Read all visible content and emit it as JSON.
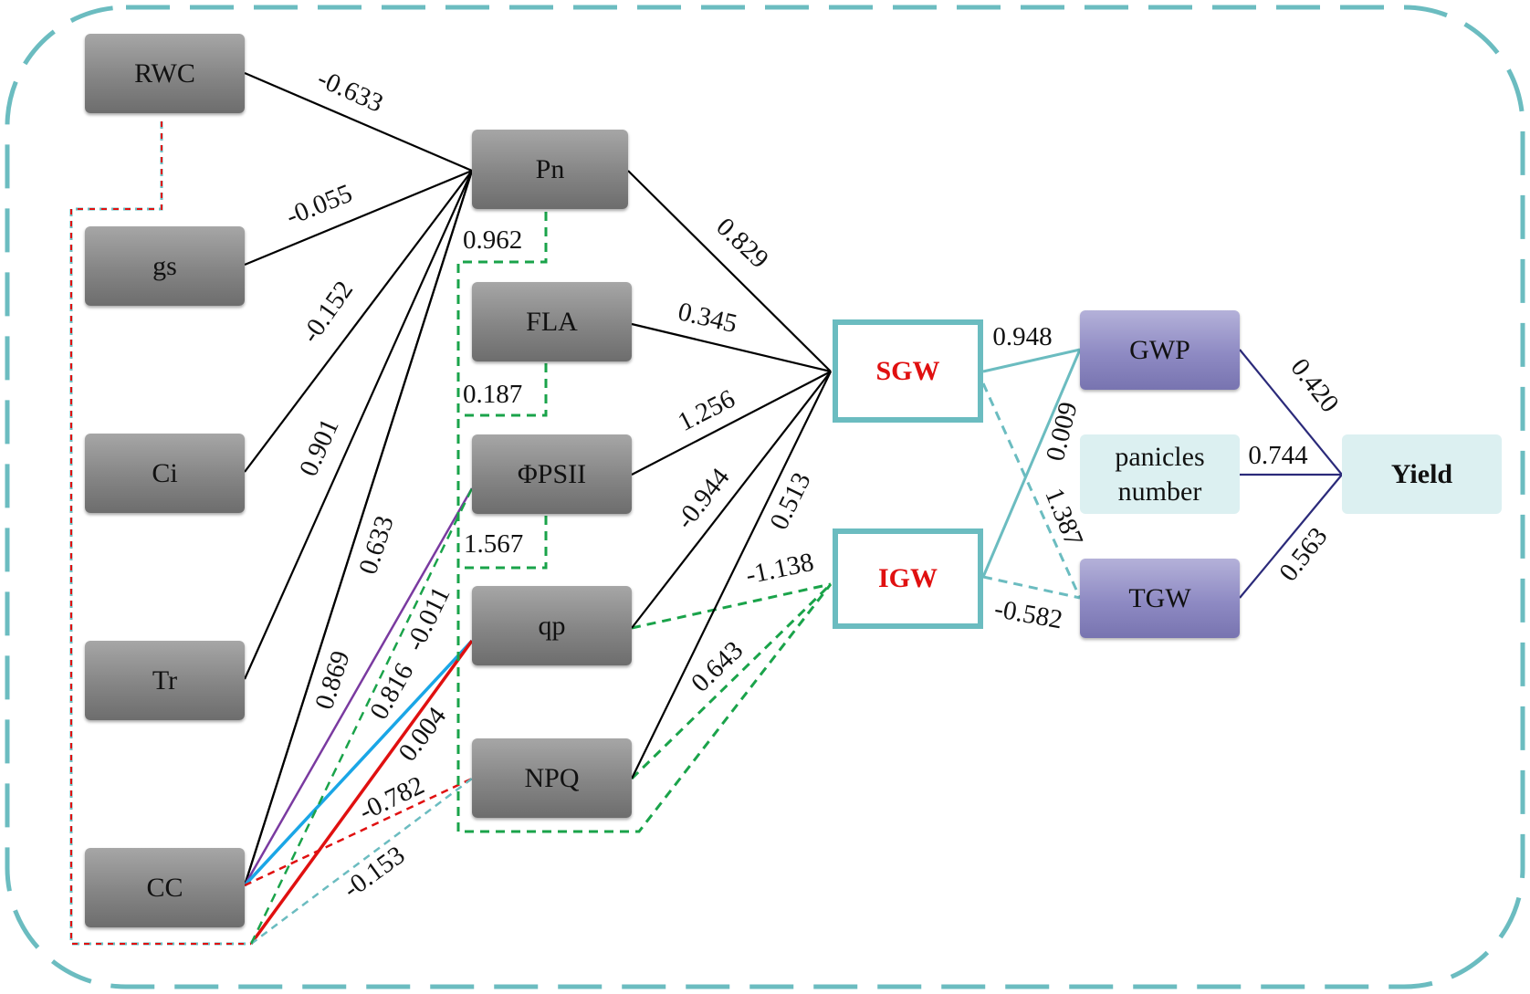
{
  "nodes": {
    "rwc": "RWC",
    "gs": "gs",
    "ci": "Ci",
    "tr": "Tr",
    "cc": "CC",
    "pn": "Pn",
    "fla": "FLA",
    "phipsii": "ΦPSII",
    "qp": "qp",
    "npq": "NPQ",
    "sgw": "SGW",
    "igw": "IGW",
    "gwp": "GWP",
    "panicles_line1": "panicles",
    "panicles_line2": "number",
    "tgw": "TGW",
    "yield": "Yield"
  },
  "coefficients": {
    "rwc_pn": "-0.633",
    "gs_pn": "-0.055",
    "ci_pn": "-0.152",
    "tr_pn": "0.901",
    "cc_pn": "0.633",
    "cc_npq_path": "0.869",
    "cc_phipsii": "0.816",
    "cc_phipsii_dashed": "-0.011",
    "cc_qp": "0.004",
    "cc_npq": "-0.782",
    "cc_npq_dashed": "-0.153",
    "pn_fla": "0.962",
    "fla_phipsii": "0.187",
    "phipsii_qp": "1.567",
    "pn_sgw": "0.829",
    "fla_sgw": "0.345",
    "phipsii_sgw": "1.256",
    "qp_sgw": "-0.944",
    "npq_sgw": "0.513",
    "qp_igw": "-1.138",
    "npq_igw": "0.643",
    "sgw_gwp": "0.948",
    "igw_gwp": "0.009",
    "sgw_tgw": "1.387",
    "igw_tgw": "-0.582",
    "gwp_yield": "0.420",
    "panicles_yield": "0.744",
    "tgw_yield": "0.563"
  },
  "colors": {
    "teal": "#6bbcc0",
    "green_dashed": "#1aa34a",
    "red": "#e01010",
    "purple": "#7a3aa0",
    "blue": "#1aa6e6",
    "navy": "#2b2a7a",
    "black": "#000000"
  }
}
